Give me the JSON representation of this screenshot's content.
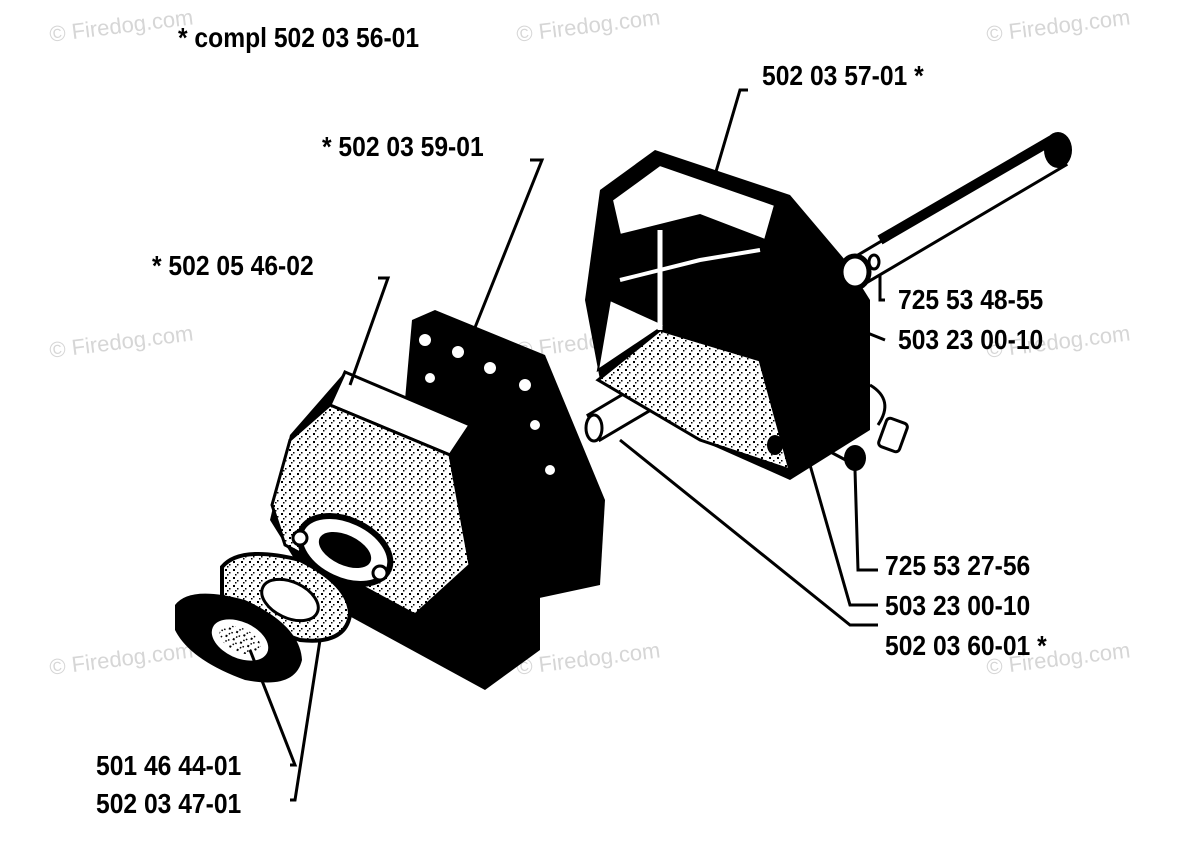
{
  "watermark": "© Firedog.com",
  "title": "*  compl 502 03 56-01",
  "labels": {
    "cover_top": "502 03 57-01  *",
    "gasket_plate": "*  502 03 59-01",
    "muffler_front": "*  502 05 46-02",
    "screw_a": "725 53 48-55",
    "washer_a": "503 23 00-10",
    "screw_b": "725 53 27-56",
    "washer_b": "503 23 00-10",
    "long_bolt": "502 03 60-01  *",
    "gasket_small": "501 46 44-01",
    "gasket_large": "502 03 47-01"
  },
  "colors": {
    "ink": "#000000",
    "paper": "#ffffff",
    "watermark": "#d6d6d6"
  }
}
